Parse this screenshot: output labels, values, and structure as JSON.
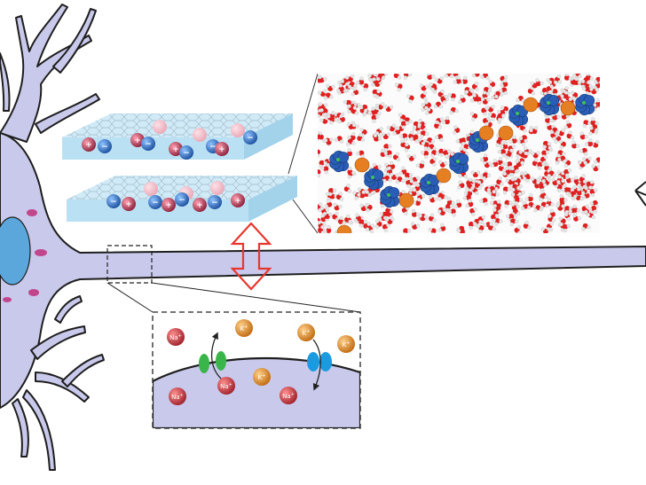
{
  "colors": {
    "neuron_fill": "#c9c9ec",
    "neuron_stroke": "#1e1e1e",
    "nucleus": "#5ba7dc",
    "organelle": "#c2468c",
    "slab": "#a9d8f0",
    "arrow": "#e8372f",
    "sodium": "#c8323c",
    "potassium": "#e08a2a",
    "channel_green": "#39b54a",
    "channel_blue": "#1a9be0",
    "sim_water_o": "#e02020",
    "sim_water_h": "#e6e6e6",
    "sim_blue": "#2a5db5",
    "sim_orange": "#e67e22"
  },
  "ions": {
    "sodium_label": "Na",
    "potassium_label": "K",
    "plus": "+",
    "minus": "−"
  },
  "icons": {
    "double_arrow": "double-headed-arrow-icon",
    "zoom_box": "dashed-zoom-box"
  }
}
